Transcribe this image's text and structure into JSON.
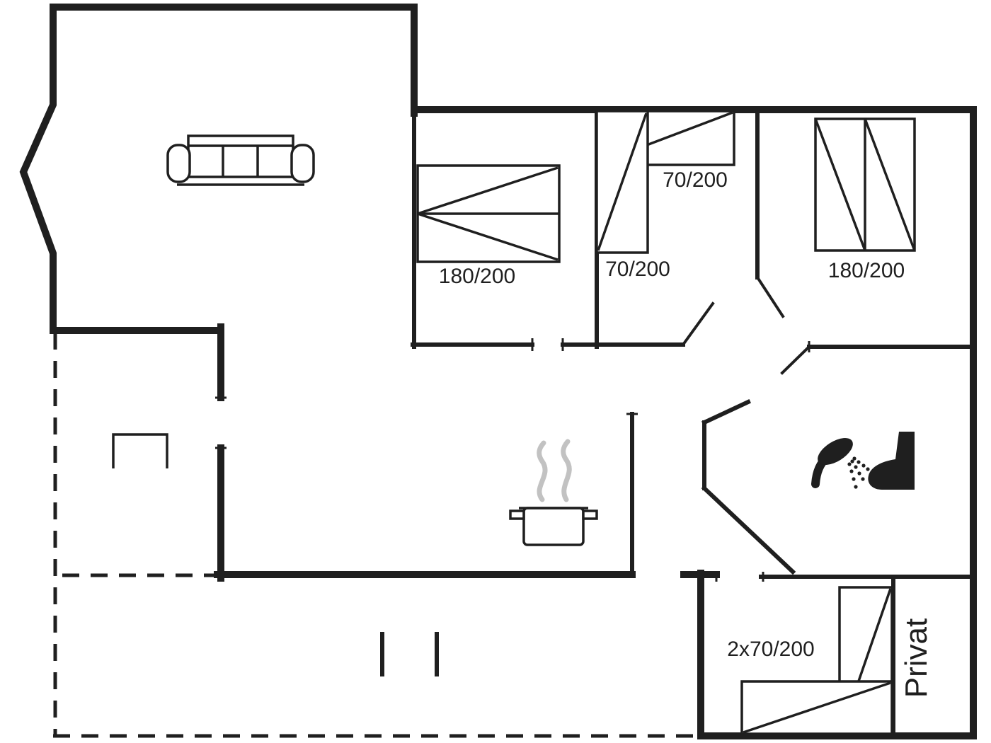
{
  "meta": {
    "type": "floor-plan",
    "background": "#ffffff"
  },
  "colors": {
    "wall": "#1f1f1f",
    "steam": "#c2c2c2",
    "background": "#ffffff"
  },
  "labels": {
    "bed_left": "180/200",
    "bunk_top": "70/200",
    "bunk_side": "70/200",
    "bed_right": "180/200",
    "bed_bottom": "2x70/200",
    "privat": "Privat"
  },
  "icons": {
    "sofa": "sofa-icon",
    "cooking_pot": "pot-steam-icon",
    "shower": "shower-icon",
    "toilet": "toilet-icon",
    "fireplace": "fireplace-icon"
  }
}
